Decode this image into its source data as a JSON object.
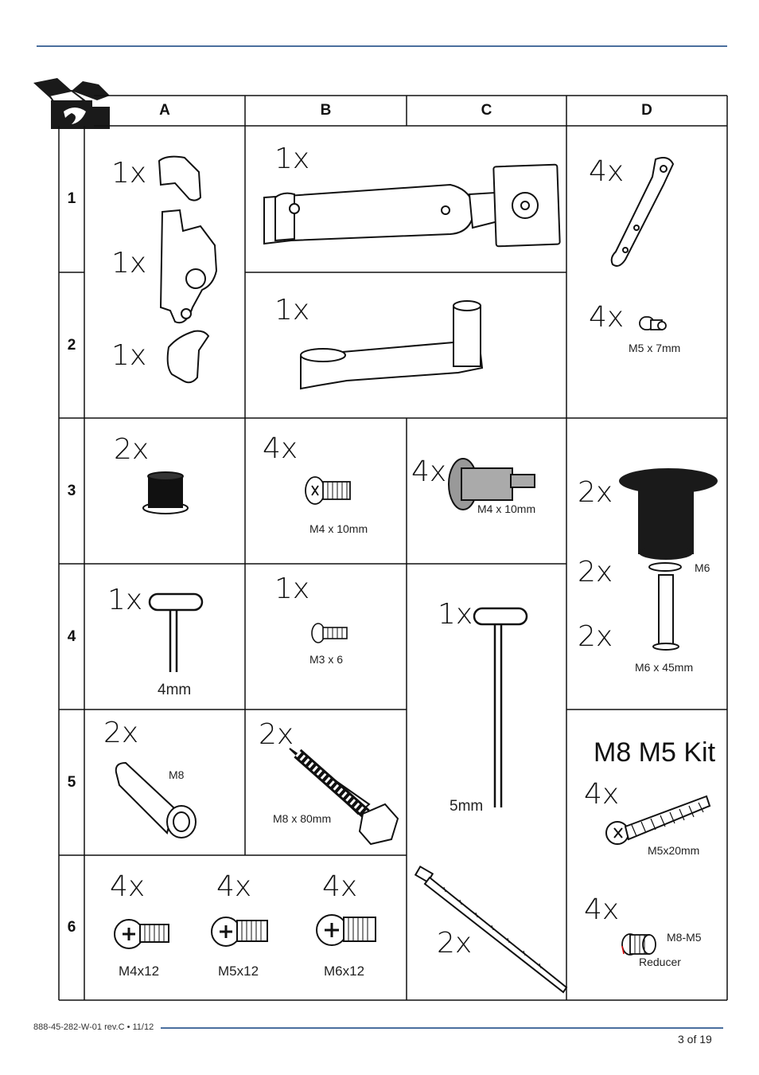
{
  "header": {
    "columns": [
      "A",
      "B",
      "C",
      "D"
    ],
    "rows": [
      "1",
      "2",
      "3",
      "4",
      "5",
      "6"
    ]
  },
  "cells": {
    "a1_top": "1x",
    "a1_mid": "1x",
    "a2_bot": "1x",
    "b1": "1x",
    "b2": "1x",
    "d1": "4x",
    "d2": "4x",
    "d2_label": "M5 x 7mm",
    "a3": "2x",
    "b3": "4x",
    "b3_label": "M4 x 10mm",
    "c3": "4x",
    "c3_label": "M4 x 10mm",
    "d3": "2x",
    "d4a": "2x",
    "d4b": "2x",
    "d4_m6": "M6",
    "d4_label": "M6 x 45mm",
    "a4": "1x",
    "a4_label": "4mm",
    "b4": "1x",
    "b4_label": "M3 x 6",
    "c4": "1x",
    "c4_label": "5mm",
    "a5": "2x",
    "a5_label": "M8",
    "b5": "2x",
    "b5_label": "M8 x 80mm",
    "d5_title": "M8 M5 Kit",
    "d5": "4x",
    "d5_label": "M5x20mm",
    "a6_1": "4x",
    "a6_1_label": "M4x12",
    "a6_2": "4x",
    "a6_2_label": "M5x12",
    "a6_3": "4x",
    "a6_3_label": "M6x12",
    "c6": "2x",
    "d6": "4x",
    "d6_label1": "M8-M5",
    "d6_label2": "Reducer"
  },
  "footer": {
    "doc_code": "888-45-282-W-01 rev.C • 11/12",
    "page": "3 of 19"
  },
  "colors": {
    "rule": "#4a6f9e",
    "line": "#111111"
  }
}
